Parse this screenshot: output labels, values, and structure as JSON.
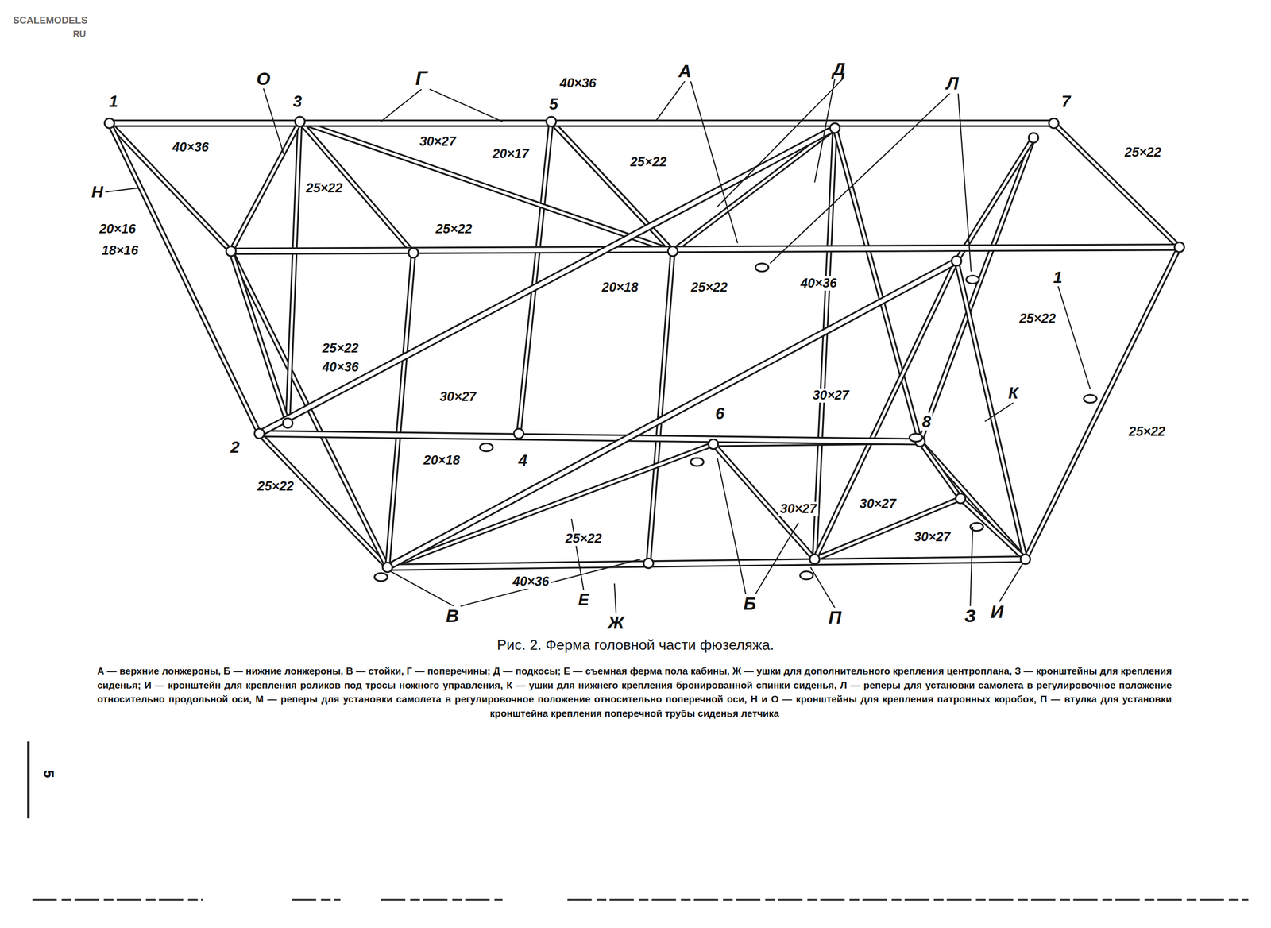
{
  "diagram": {
    "title": "Рис. 2. Ферма головной части фюзеляжа.",
    "caption": "А — верхние лонжероны, Б — нижние лонжероны, В — стойки, Г — поперечины; Д — подкосы; Е — съемная ферма пола кабины, Ж — ушки для дополнительного крепления центроплана, З — кронштейны для крепления сиденья; И — кронштейн для крепления роликов под тросы ножного управления, К — ушки для нижнего крепления бронированной спинки сиденья, Л — реперы для установки самолета в регулировочное положение относительно продольной оси, М — реперы для установки самолета в регулировочное положение относительно поперечной оси, Н и О — кронштейны для крепления патронных коробок, П — втулка для установки кронштейна крепления поперечной трубы сиденья летчика",
    "labels": [
      "SCALEMODELS",
      "RU",
      "1",
      "О",
      "3",
      "Г",
      "40×36",
      "5",
      "А",
      "Д",
      "Л",
      "7",
      "25×22",
      "40×36",
      "30×27",
      "20×17",
      "25×22",
      "Н",
      "25×22",
      "25×22",
      "20×16",
      "18×16",
      "20×18",
      "25×22",
      "40×36",
      "1",
      "25×22",
      "25×22",
      "40×36",
      "30×27",
      "30×27",
      "К",
      "25×22",
      "6",
      "8",
      "2",
      "20×18",
      "4",
      "25×22",
      "30×27",
      "30×27",
      "30×27",
      "25×22",
      "40×36",
      "В",
      "Е",
      "Ж",
      "Б",
      "П",
      "З",
      "И",
      "5"
    ]
  }
}
